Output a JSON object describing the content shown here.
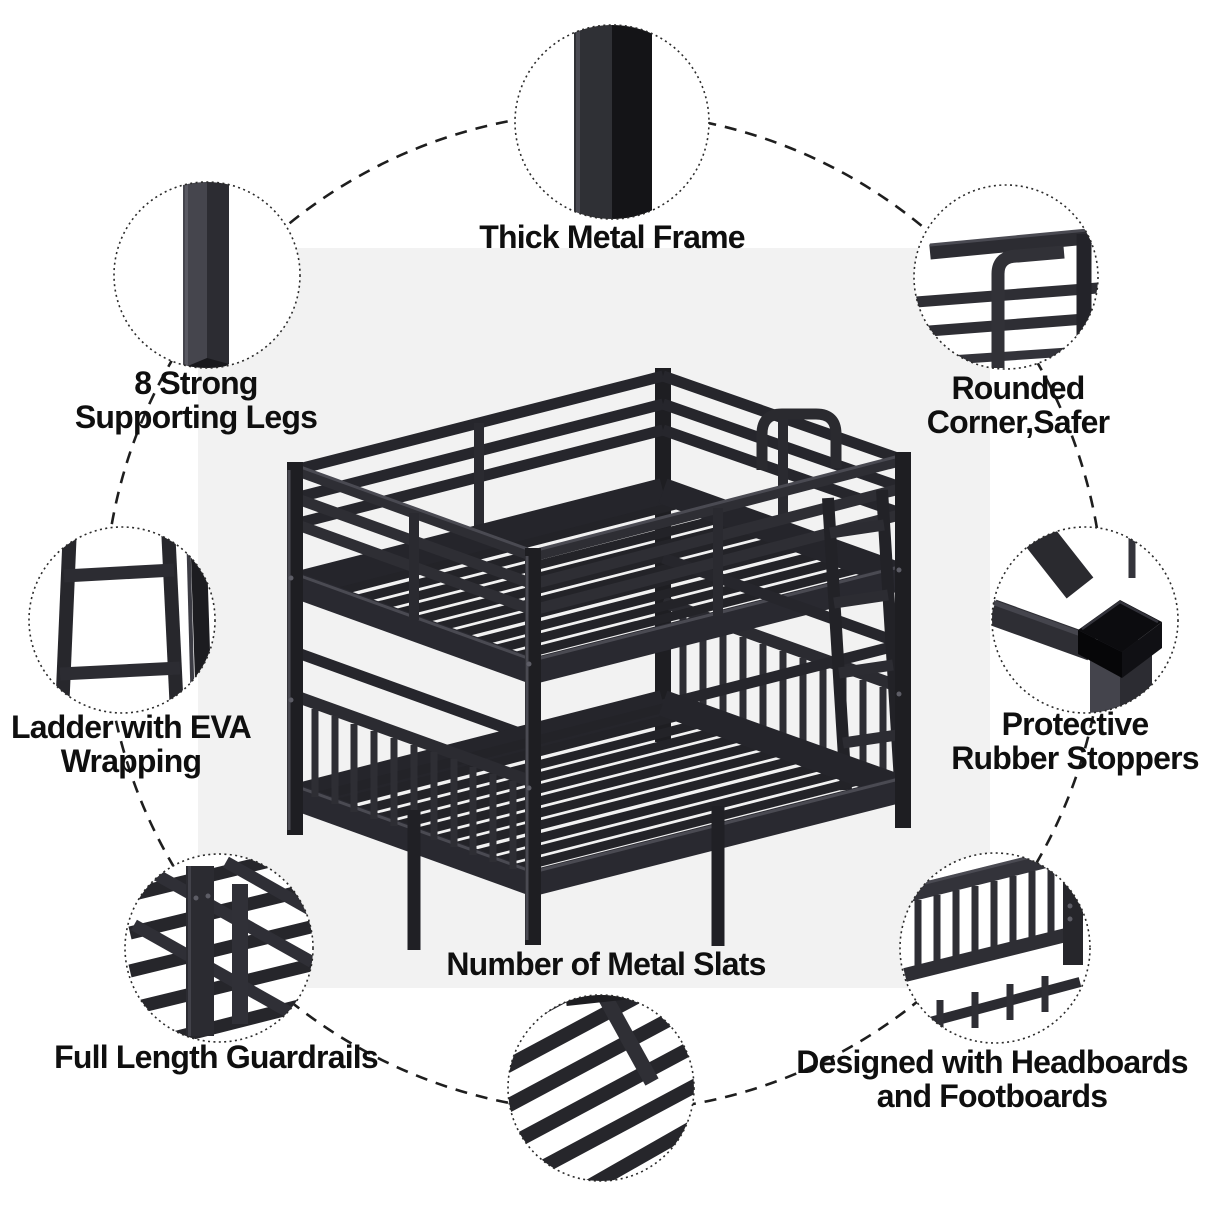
{
  "features": {
    "thick_metal_frame": {
      "label": "Thick Metal Frame"
    },
    "supporting_legs": {
      "line1": "8 Strong",
      "line2": "Supporting Legs"
    },
    "rounded_corner": {
      "line1": "Rounded",
      "line2": "Corner,Safer"
    },
    "ladder_eva": {
      "line1": "Ladder with EVA",
      "line2": "Wrapping"
    },
    "rubber_stoppers": {
      "line1": "Protective",
      "line2": "Rubber Stoppers"
    },
    "full_length_guardrails": {
      "label": "Full Length Guardrails"
    },
    "metal_slats": {
      "label": "Number of Metal Slats"
    },
    "headboards_footboards": {
      "line1": "Designed with Headboards",
      "line2": "and Footboards"
    }
  },
  "callout_icons": [
    "metal-post-icon",
    "bed-leg-icon",
    "rounded-corner-rail-icon",
    "ladder-rungs-icon",
    "rubber-stopper-cap-icon",
    "guardrail-lattice-icon",
    "metal-slats-icon",
    "headboard-spindles-icon"
  ],
  "palette": {
    "canvas_bg": "#ffffff",
    "photo_bg": "#f2f2f2",
    "metal_dark": "#232328",
    "metal_mid": "#2e2e34",
    "metal_light": "#45454d",
    "rubber_black": "#0b0b0e",
    "text": "#0f0f0f",
    "dashed_ring": "#1e1e1e"
  }
}
